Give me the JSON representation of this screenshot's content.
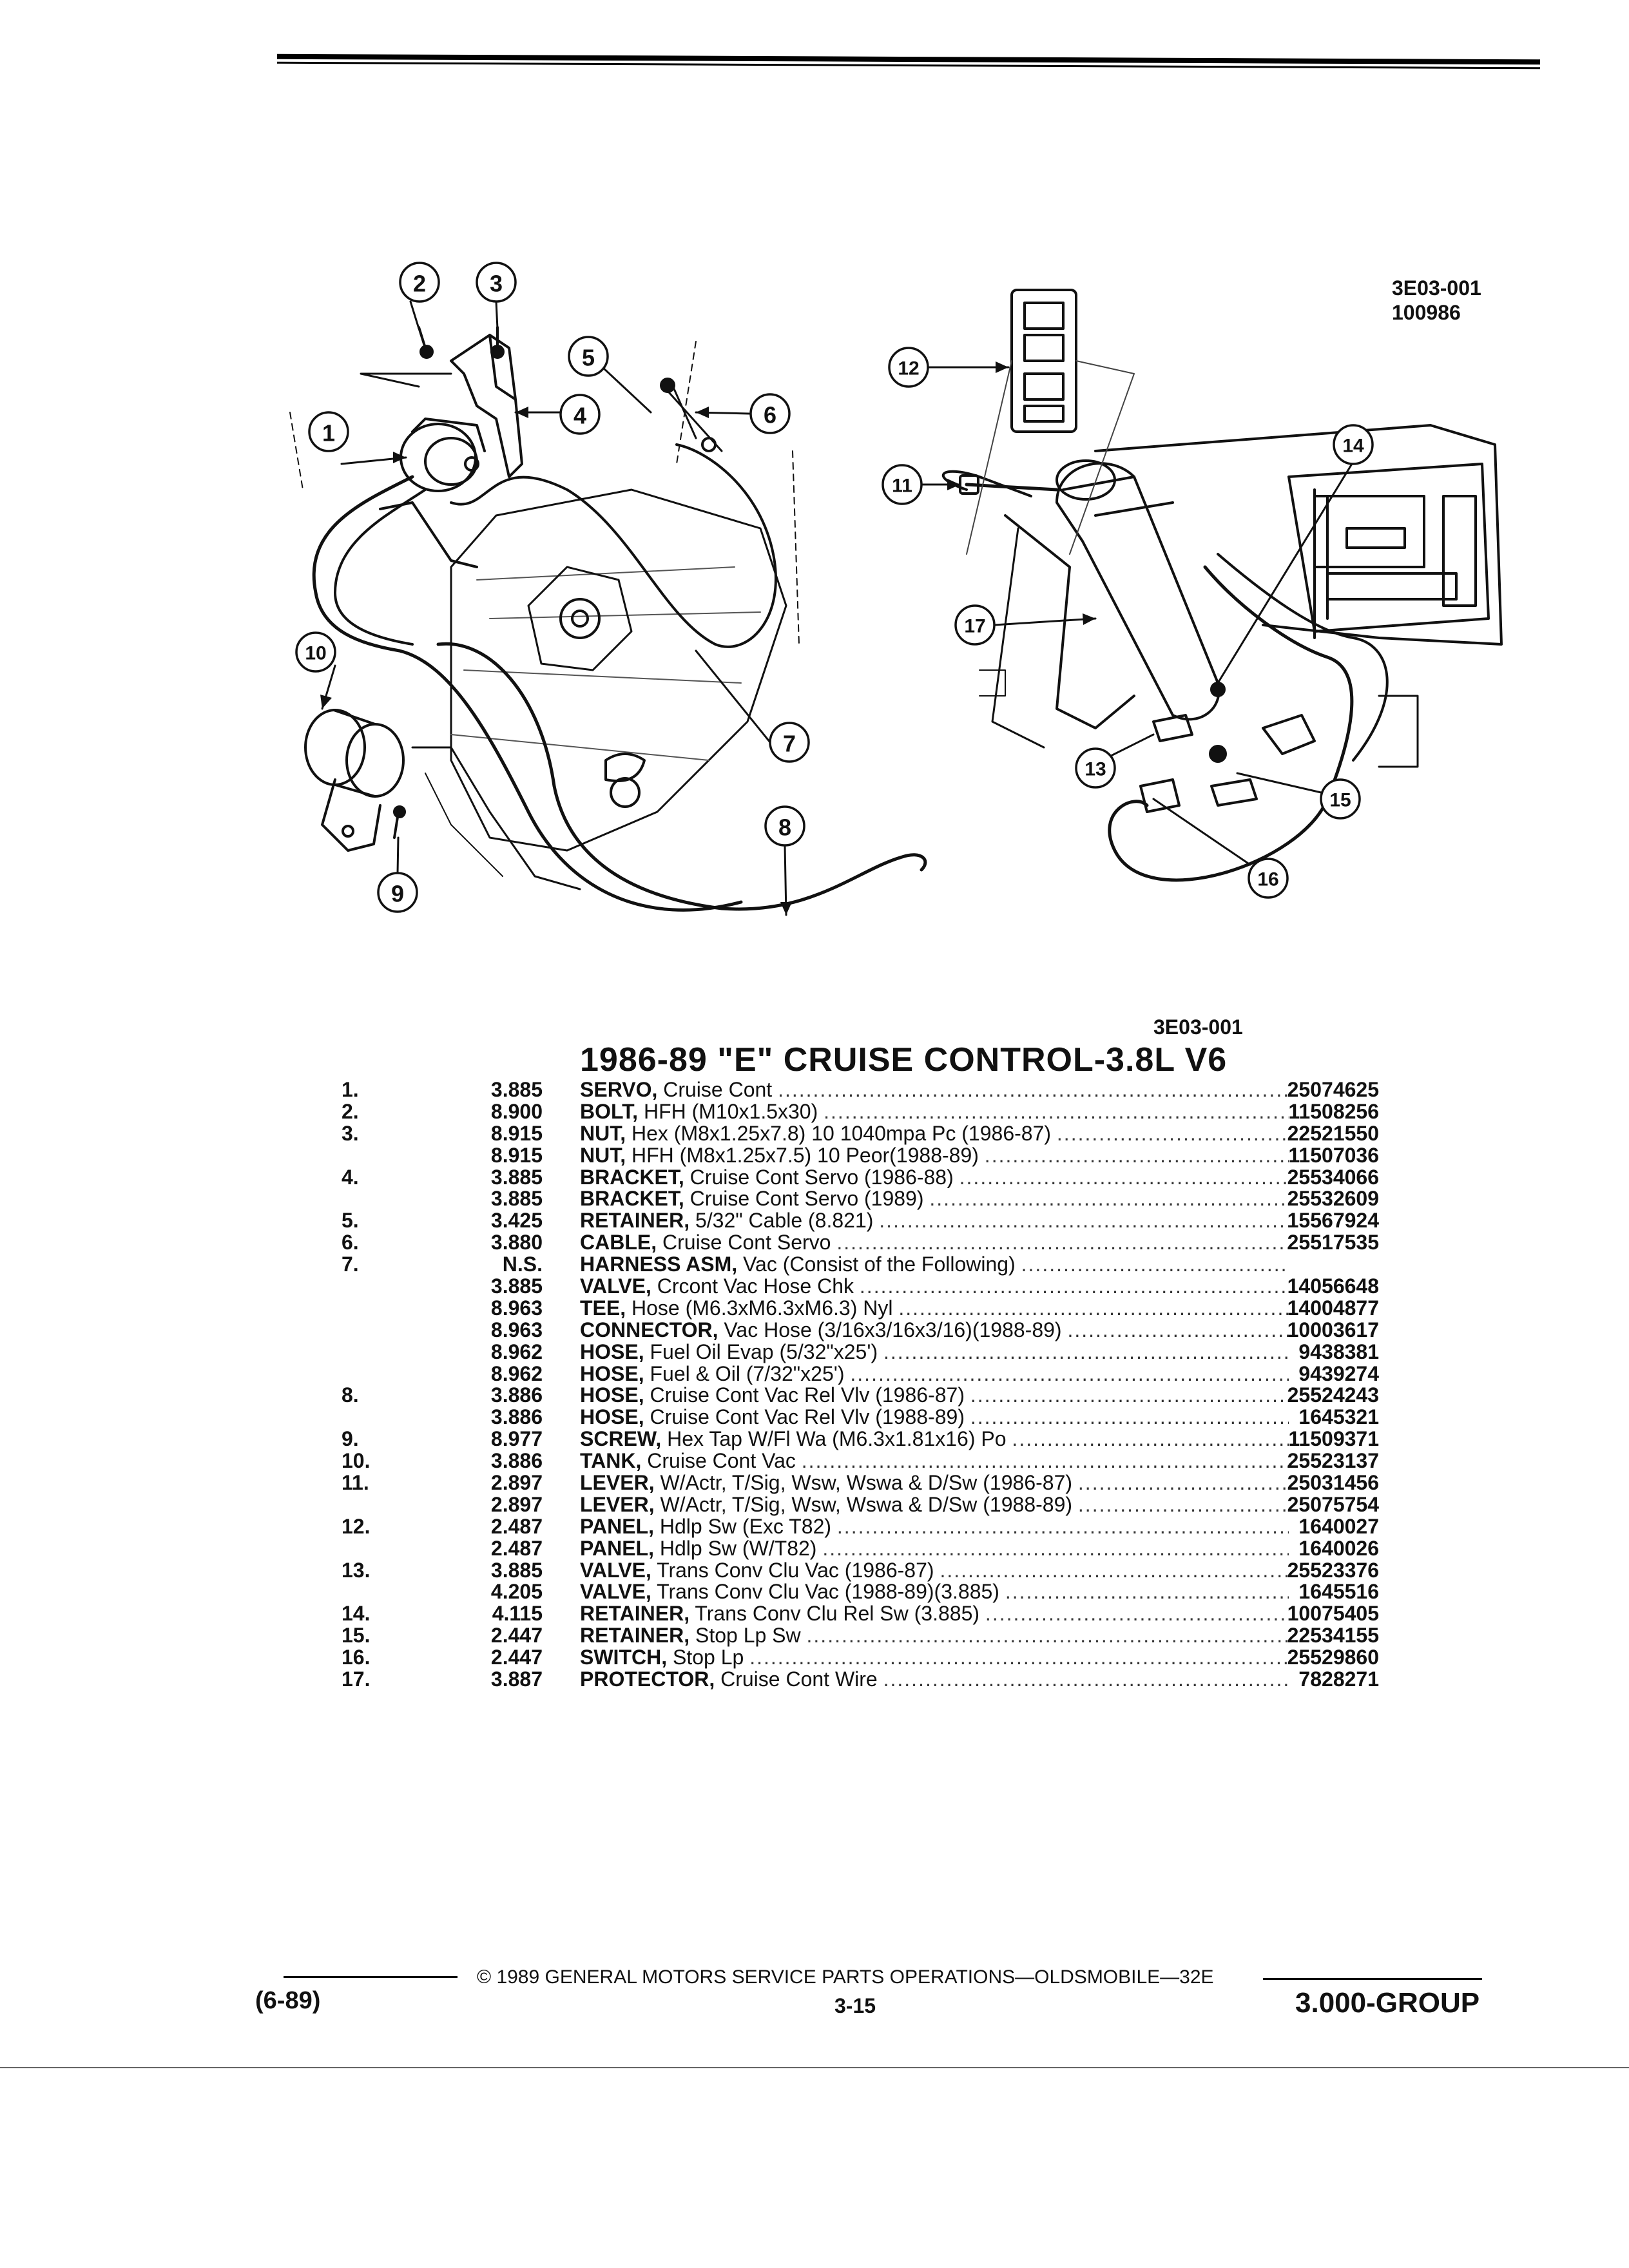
{
  "figure": {
    "code_top": "3E03-001",
    "date_code": "100986",
    "code_bottom": "3E03-001",
    "callouts": [
      "1",
      "2",
      "3",
      "4",
      "5",
      "6",
      "7",
      "8",
      "9",
      "10",
      "11",
      "12",
      "13",
      "14",
      "15",
      "16",
      "17"
    ]
  },
  "title": "1986-89 \"E\" CRUISE CONTROL-3.8L V6",
  "parts": [
    {
      "ref": "1.",
      "group": "3.885",
      "name": "SERVO,",
      "detail": "Cruise Cont",
      "part": "25074625"
    },
    {
      "ref": "2.",
      "group": "8.900",
      "name": "BOLT,",
      "detail": "HFH (M10x1.5x30)",
      "part": "11508256"
    },
    {
      "ref": "3.",
      "group": "8.915",
      "name": "NUT,",
      "detail": "Hex (M8x1.25x7.8) 10 1040mpa Pc (1986-87)",
      "part": "22521550"
    },
    {
      "ref": "",
      "group": "8.915",
      "name": "NUT,",
      "detail": "HFH (M8x1.25x7.5) 10 Peor(1988-89)",
      "part": "11507036"
    },
    {
      "ref": "4.",
      "group": "3.885",
      "name": "BRACKET,",
      "detail": "Cruise Cont Servo (1986-88)",
      "part": "25534066"
    },
    {
      "ref": "",
      "group": "3.885",
      "name": "BRACKET,",
      "detail": "Cruise Cont Servo (1989)",
      "part": "25532609"
    },
    {
      "ref": "5.",
      "group": "3.425",
      "name": "RETAINER,",
      "detail": "5/32\" Cable (8.821)",
      "part": "15567924"
    },
    {
      "ref": "6.",
      "group": "3.880",
      "name": "CABLE,",
      "detail": "Cruise Cont Servo",
      "part": "25517535"
    },
    {
      "ref": "7.",
      "group": "N.S.",
      "name": "HARNESS ASM,",
      "detail": "Vac (Consist of the Following)",
      "part": ""
    },
    {
      "ref": "",
      "group": "3.885",
      "name": "VALVE,",
      "detail": "Crcont Vac Hose Chk",
      "part": "14056648"
    },
    {
      "ref": "",
      "group": "8.963",
      "name": "TEE,",
      "detail": "Hose (M6.3xM6.3xM6.3) Nyl",
      "part": "14004877"
    },
    {
      "ref": "",
      "group": "8.963",
      "name": "CONNECTOR,",
      "detail": "Vac Hose (3/16x3/16x3/16)(1988-89)",
      "part": "10003617"
    },
    {
      "ref": "",
      "group": "8.962",
      "name": "HOSE,",
      "detail": "Fuel Oil Evap (5/32\"x25')",
      "part": "9438381"
    },
    {
      "ref": "",
      "group": "8.962",
      "name": "HOSE,",
      "detail": "Fuel & Oil (7/32\"x25')",
      "part": "9439274"
    },
    {
      "ref": "8.",
      "group": "3.886",
      "name": "HOSE,",
      "detail": "Cruise Cont Vac Rel Vlv (1986-87)",
      "part": "25524243"
    },
    {
      "ref": "",
      "group": "3.886",
      "name": "HOSE,",
      "detail": "Cruise Cont Vac Rel Vlv (1988-89)",
      "part": "1645321"
    },
    {
      "ref": "9.",
      "group": "8.977",
      "name": "SCREW,",
      "detail": "Hex Tap W/Fl Wa (M6.3x1.81x16) Po",
      "part": "11509371"
    },
    {
      "ref": "10.",
      "group": "3.886",
      "name": "TANK,",
      "detail": "Cruise Cont Vac",
      "part": "25523137"
    },
    {
      "ref": "11.",
      "group": "2.897",
      "name": "LEVER,",
      "detail": "W/Actr, T/Sig, Wsw, Wswa & D/Sw (1986-87)",
      "part": "25031456"
    },
    {
      "ref": "",
      "group": "2.897",
      "name": "LEVER,",
      "detail": "W/Actr, T/Sig, Wsw, Wswa & D/Sw (1988-89)",
      "part": "25075754"
    },
    {
      "ref": "12.",
      "group": "2.487",
      "name": "PANEL,",
      "detail": "Hdlp Sw (Exc T82)",
      "part": "1640027"
    },
    {
      "ref": "",
      "group": "2.487",
      "name": "PANEL,",
      "detail": "Hdlp Sw (W/T82)",
      "part": "1640026"
    },
    {
      "ref": "13.",
      "group": "3.885",
      "name": "VALVE,",
      "detail": "Trans Conv Clu Vac (1986-87)",
      "part": "25523376"
    },
    {
      "ref": "",
      "group": "4.205",
      "name": "VALVE,",
      "detail": "Trans Conv Clu Vac (1988-89)(3.885)",
      "part": "1645516"
    },
    {
      "ref": "14.",
      "group": "4.115",
      "name": "RETAINER,",
      "detail": "Trans Conv Clu Rel Sw (3.885)",
      "part": "10075405"
    },
    {
      "ref": "15.",
      "group": "2.447",
      "name": "RETAINER,",
      "detail": "Stop Lp Sw",
      "part": "22534155"
    },
    {
      "ref": "16.",
      "group": "2.447",
      "name": "SWITCH,",
      "detail": "Stop Lp",
      "part": "25529860"
    },
    {
      "ref": "17.",
      "group": "3.887",
      "name": "PROTECTOR,",
      "detail": "Cruise Cont Wire",
      "part": "7828271"
    }
  ],
  "footer": {
    "date": "(6-89)",
    "copyright": "© 1989 GENERAL MOTORS SERVICE PARTS OPERATIONS—OLDSMOBILE—32E",
    "page": "3-15",
    "group": "3.000-GROUP"
  }
}
